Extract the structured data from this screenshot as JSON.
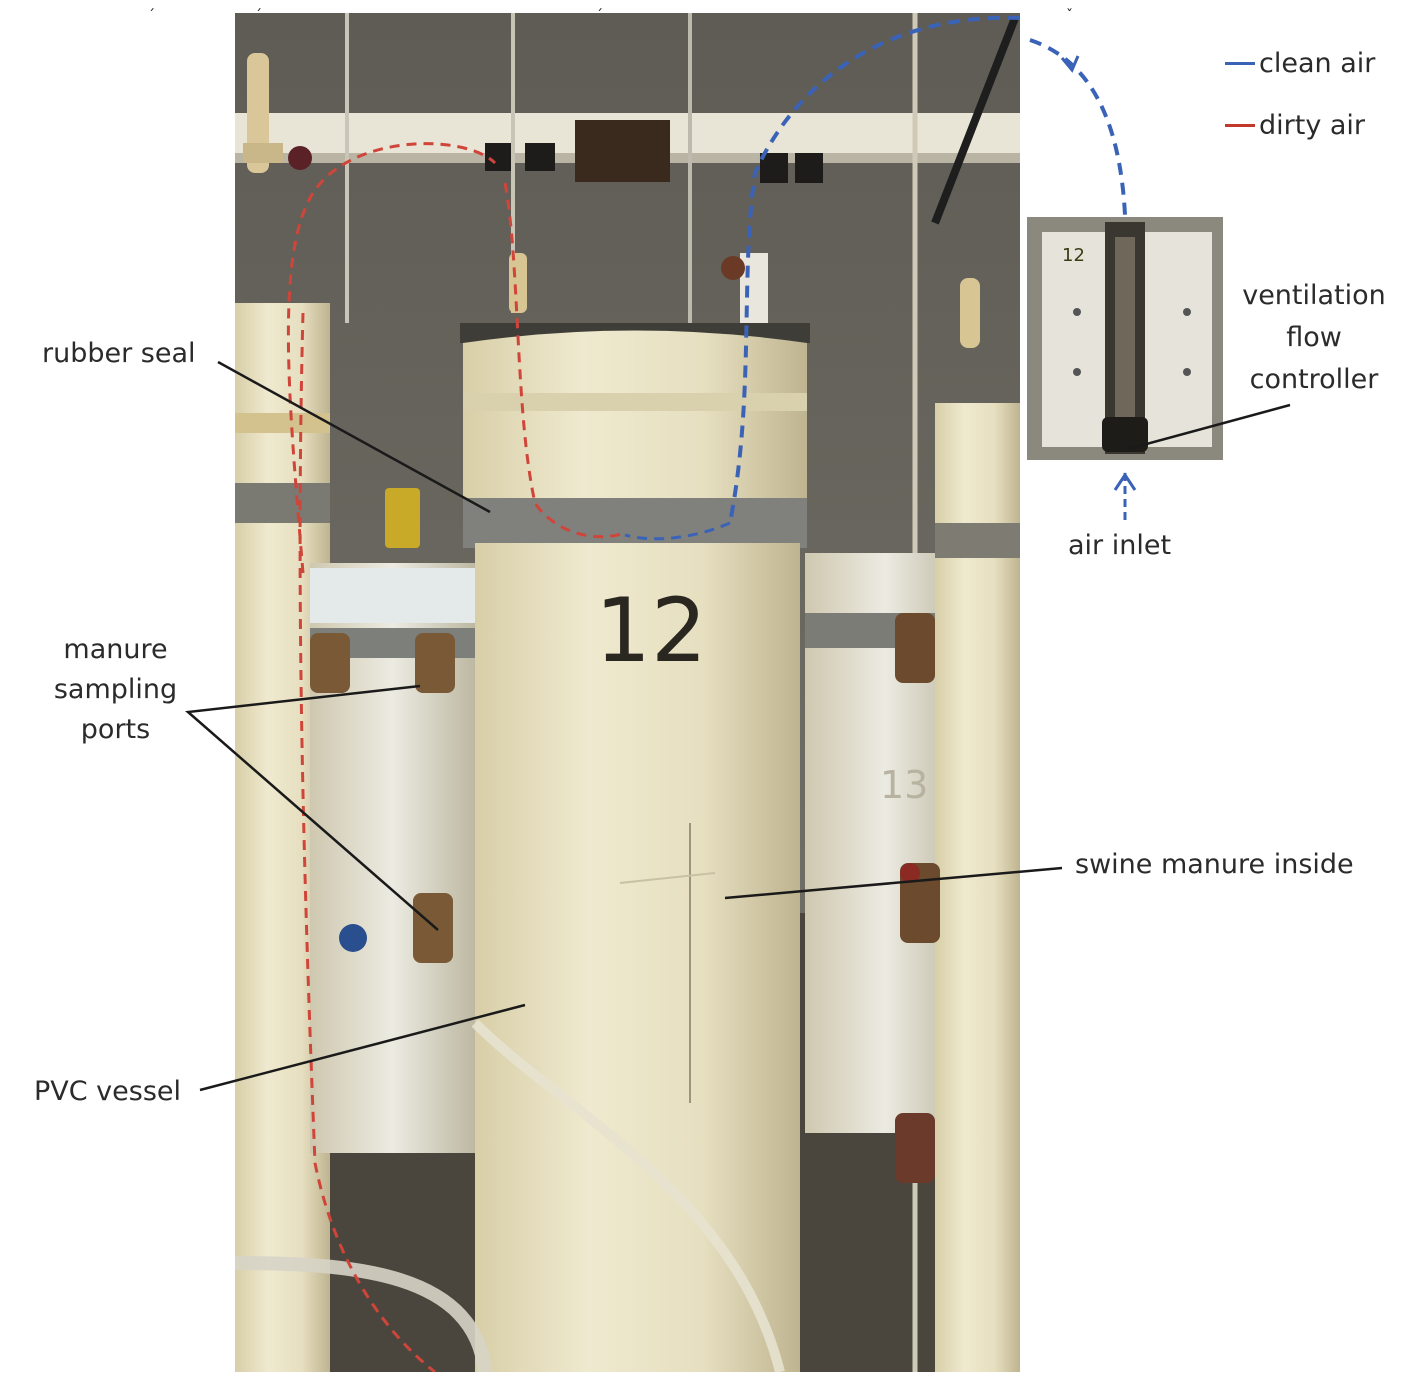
{
  "figure": {
    "type": "annotated-photo",
    "subject": "PVC vessel manure storage experimental setup",
    "vessel_number_main": "12",
    "vessel_number_right": "13",
    "inset_number": "12"
  },
  "legend": {
    "items": [
      {
        "label": "clean air",
        "color": "#3a63b8"
      },
      {
        "label": "dirty air",
        "color": "#c0392b"
      }
    ]
  },
  "labels": {
    "rubber_seal": "rubber seal",
    "manure_sampling_ports": [
      "manure",
      "sampling",
      "ports"
    ],
    "pvc_vessel": "PVC vessel",
    "swine_manure_inside": "swine manure inside",
    "ventilation_flow_controller": [
      "ventilation",
      "flow",
      "controller"
    ],
    "air_inlet": "air inlet"
  },
  "colors": {
    "clean_air": "#3a63b8",
    "dirty_air": "#d0453a",
    "leader_line": "#1a1a1a",
    "vessel": "#e9e2c4",
    "ceiling": "#6b6860"
  }
}
